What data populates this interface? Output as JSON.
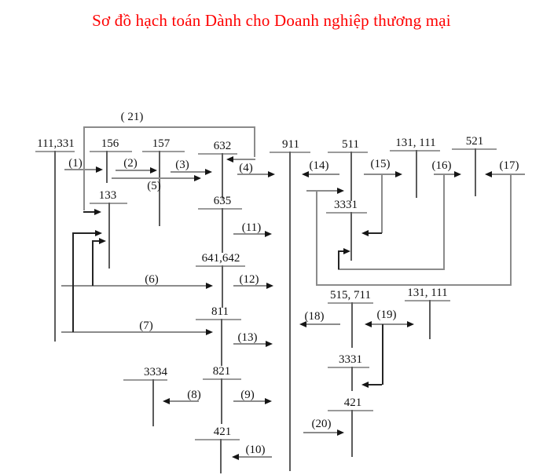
{
  "title": "Sơ đồ hạch toán Dành cho Doanh nghiệp thương mại",
  "accounts": [
    {
      "label": "111,331"
    },
    {
      "label": "156"
    },
    {
      "label": "157"
    },
    {
      "label": "632"
    },
    {
      "label": "911"
    },
    {
      "label": "511"
    },
    {
      "label": "131, 111"
    },
    {
      "label": "521"
    },
    {
      "label": "133"
    },
    {
      "label": "635"
    },
    {
      "label": "641,642"
    },
    {
      "label": "811"
    },
    {
      "label": "821"
    },
    {
      "label": "421"
    },
    {
      "label": "3334"
    },
    {
      "label": "515, 711"
    },
    {
      "label": "131, 111"
    },
    {
      "label": "3331"
    },
    {
      "label": "3331"
    },
    {
      "label": "421"
    }
  ],
  "flows": [
    {
      "label": "(1)"
    },
    {
      "label": "(2)"
    },
    {
      "label": "(3)"
    },
    {
      "label": "(4)"
    },
    {
      "label": "(5)"
    },
    {
      "label": "(6)"
    },
    {
      "label": "(7)"
    },
    {
      "label": "(8)"
    },
    {
      "label": "(9)"
    },
    {
      "label": "(10)"
    },
    {
      "label": "(11)"
    },
    {
      "label": "(12)"
    },
    {
      "label": "(13)"
    },
    {
      "label": "(14)"
    },
    {
      "label": "(15)"
    },
    {
      "label": "(16)"
    },
    {
      "label": "(17)"
    },
    {
      "label": "(18)"
    },
    {
      "label": "(19)"
    },
    {
      "label": "(20)"
    },
    {
      "label": "( 21)"
    }
  ],
  "colors": {
    "title": "#fe0000",
    "account_line": "#9b9b9b",
    "arrow_line": "#8b8b8b",
    "arrowhead": "#151515",
    "text": "#111111"
  }
}
